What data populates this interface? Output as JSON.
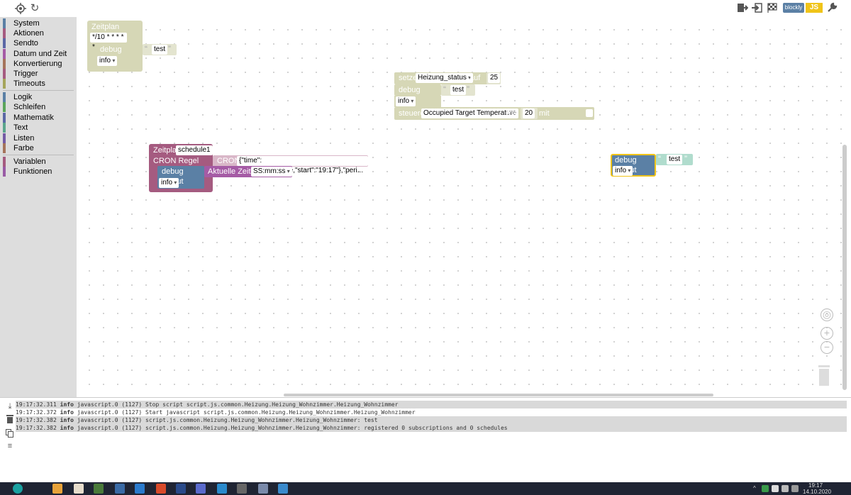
{
  "toolbar": {
    "toggle_label": "blockly",
    "toggle_js": "JS",
    "icons": [
      "target-icon",
      "refresh-icon",
      "export-icon",
      "import-icon",
      "flag-icon",
      "wrench-icon"
    ]
  },
  "sidebar": {
    "items": [
      {
        "label": "System",
        "color": "#5b80a5"
      },
      {
        "label": "Aktionen",
        "color": "#a55b80"
      },
      {
        "label": "Sendto",
        "color": "#5b67a5"
      },
      {
        "label": "Datum und Zeit",
        "color": "#a55ba5"
      },
      {
        "label": "Konvertierung",
        "color": "#a5745b"
      },
      {
        "label": "Trigger",
        "color": "#a55b80"
      },
      {
        "label": "Timeouts",
        "color": "#a5a55b"
      },
      {
        "label": "Logik",
        "color": "#5b80a5"
      },
      {
        "label": "Schleifen",
        "color": "#5ba55b"
      },
      {
        "label": "Mathematik",
        "color": "#5b67a5"
      },
      {
        "label": "Text",
        "color": "#5ba58c"
      },
      {
        "label": "Listen",
        "color": "#745ba5"
      },
      {
        "label": "Farbe",
        "color": "#a5745b"
      },
      {
        "label": "Variablen",
        "color": "#a55b80"
      },
      {
        "label": "Funktionen",
        "color": "#995ba5"
      }
    ]
  },
  "blocks": {
    "zeitplan1": {
      "title": "Zeitplan",
      "cron": "*/10 * * * * *",
      "debug_label": "debug output",
      "text": "test",
      "level": "info"
    },
    "setze": {
      "label": "setze",
      "state": "Heizung_status",
      "auf": "auf",
      "value": "25",
      "debug_label": "debug output",
      "text": "test",
      "level": "info",
      "steuere": "steuere",
      "target": "Occupied Target Temperature",
      "mit": "mit",
      "mit_value": "20",
      "delay_label": "mit Verzögerung"
    },
    "zeitplan2": {
      "title": "Zeitplan",
      "name": "schedule1",
      "cron_label": "CRON Regel",
      "cron_kw": "CRON",
      "cron_value": "{\"time\":{\"exactTime\":true,\"start\":\"19:17\"},\"peri...",
      "debug_label": "debug output",
      "time_label": "Aktuelle Zeit als",
      "time_format": "SS:mm:ss",
      "level": "info"
    },
    "debug_sel": {
      "debug_label": "debug output",
      "text": "test",
      "level": "info"
    }
  },
  "log": [
    {
      "time": "19:17:32.311",
      "level": "info",
      "msg": "javascript.0 (1127) Stop script script.js.common.Heizung.Heizung_Wohnzimmer.Heizung_Wohnzimmer"
    },
    {
      "time": "19:17:32.372",
      "level": "info",
      "msg": "javascript.0 (1127) Start javascript script.js.common.Heizung.Heizung_Wohnzimmer.Heizung_Wohnzimmer"
    },
    {
      "time": "19:17:32.382",
      "level": "info",
      "msg": "javascript.0 (1127) script.js.common.Heizung.Heizung_Wohnzimmer.Heizung_Wohnzimmer: test"
    },
    {
      "time": "19:17:32.382",
      "level": "info",
      "msg": "javascript.0 (1127) script.js.common.Heizung.Heizung_Wohnzimmer.Heizung_Wohnzimmer: registered 0 subscriptions and 0 schedules"
    }
  ],
  "taskbar": {
    "clock_time": "19:17",
    "clock_date": "14.10.2020"
  }
}
